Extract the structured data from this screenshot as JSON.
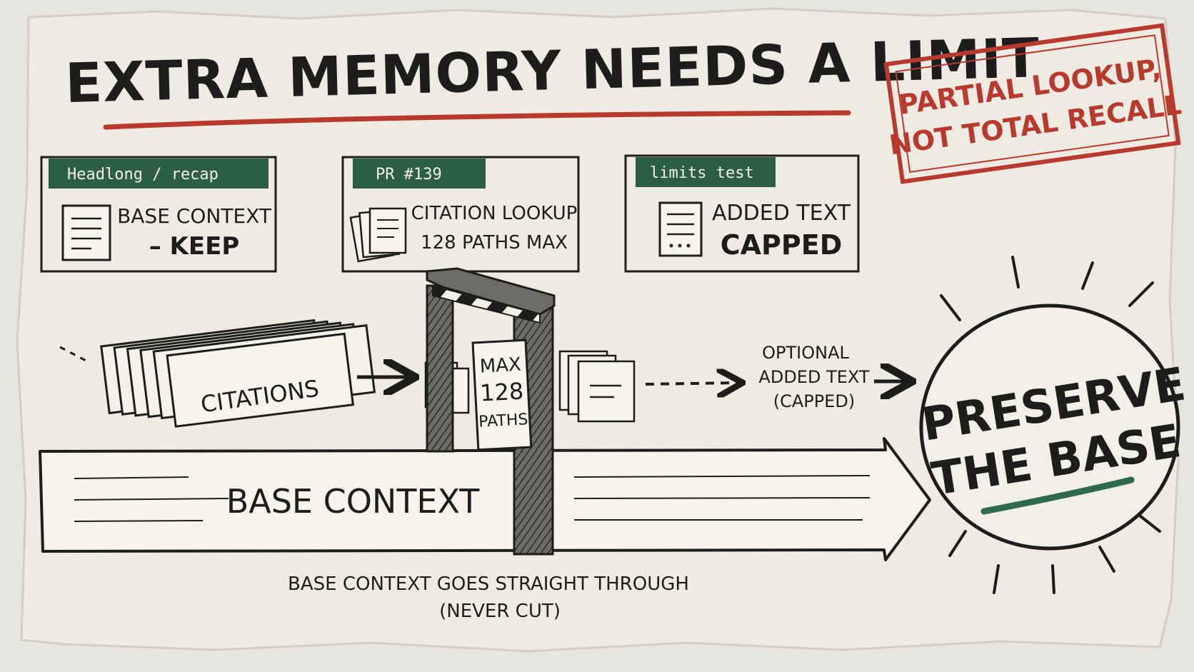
{
  "title": "EXTRA MEMORY NEEDS A LIMIT",
  "stamp": {
    "line1": "PARTIAL LOOKUP,",
    "line2": "NOT TOTAL RECALL"
  },
  "cards": [
    {
      "tag": "Headlong / recap",
      "line1": "BASE CONTEXT",
      "line2": "– KEEP",
      "icon": "document-icon"
    },
    {
      "tag": "PR #139",
      "line1": "CITATION LOOKUP",
      "line2": "128 PATHS MAX",
      "icon": "stacked-documents-icon"
    },
    {
      "tag": "limits test",
      "line1": "ADDED TEXT",
      "line2": "CAPPED",
      "icon": "capped-document-icon"
    }
  ],
  "flow": {
    "citations_label": "CITATIONS",
    "gate_sign": {
      "line1": "MAX",
      "line2": "128",
      "line3": "PATHS"
    },
    "optional": {
      "line1": "OPTIONAL",
      "line2": "ADDED TEXT",
      "line3": "(CAPPED)"
    },
    "base_label": "BASE CONTEXT",
    "caption_line1": "BASE CONTEXT GOES STRAIGHT THROUGH",
    "caption_line2": "(NEVER CUT)"
  },
  "badge": {
    "line1": "PRESERVE",
    "line2": "THE BASE"
  },
  "colors": {
    "ink": "#1d1d1b",
    "paper": "#efebe2",
    "tag_green": "#2c5e46",
    "accent_red": "#b83a2f",
    "underline_green": "#2f6a4b"
  }
}
